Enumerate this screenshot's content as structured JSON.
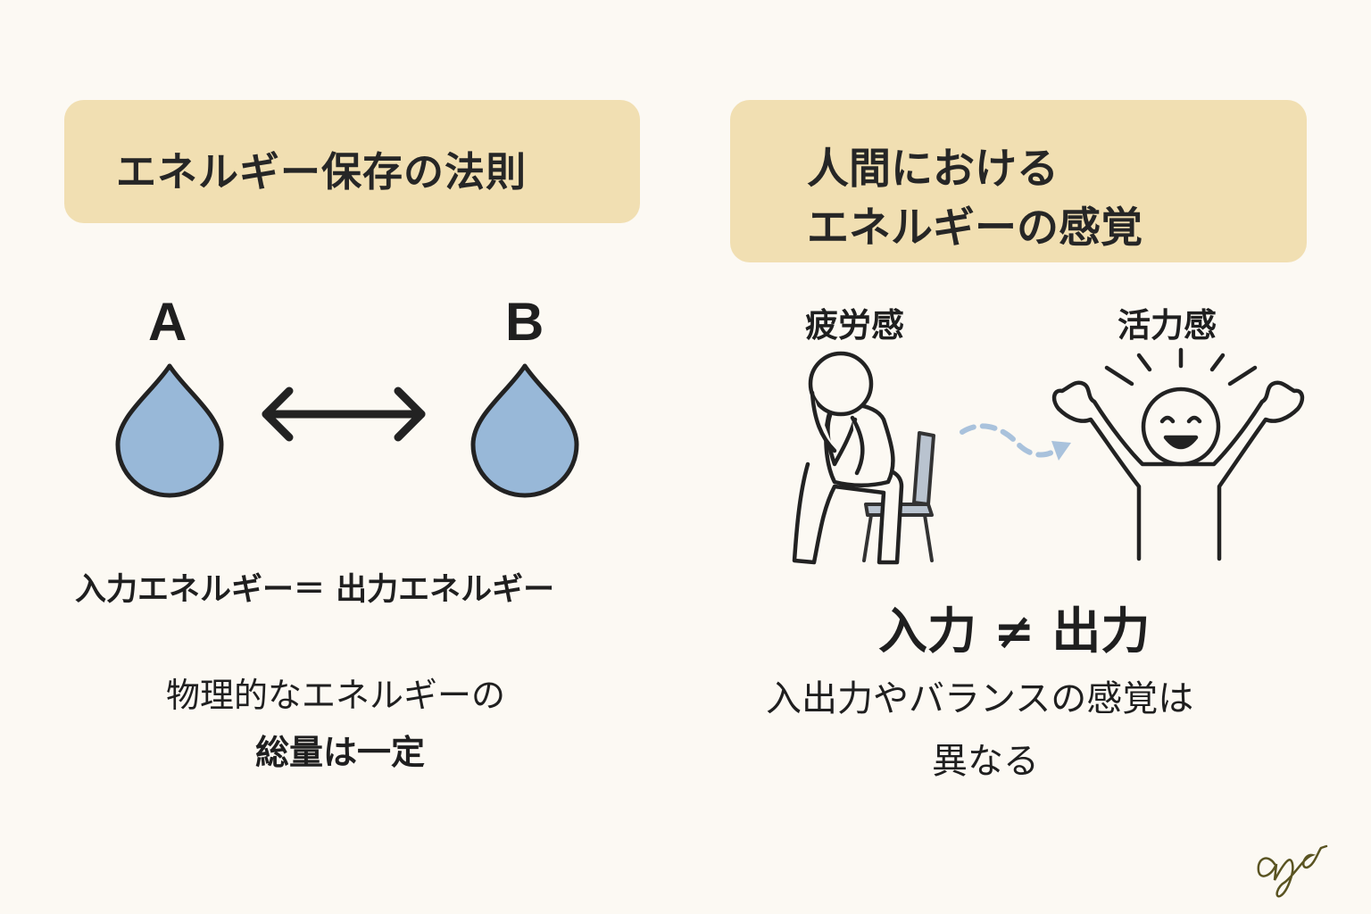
{
  "left_panel": {
    "title": "エネルギー保存の法則",
    "label_a": "A",
    "label_b": "B",
    "equation": "入力エネルギー＝ 出力エネルギー",
    "description_line1": "物理的なエネルギーの",
    "description_line2": "総量は一定"
  },
  "right_panel": {
    "title_line1": "人間における",
    "title_line2": "エネルギーの感覚",
    "fatigue_label": "疲労感",
    "vitality_label": "活力感",
    "inequation": "入力 ≠ 出力",
    "description_line1": "入出力やバランスの感覚は",
    "description_line2": "異なる"
  },
  "signature": "aya",
  "colors": {
    "background": "#fcf9f3",
    "title_box": "#f1dfb2",
    "drop_fill": "#98b8d8",
    "outline": "#222222",
    "dashed_arrow": "#a9c2dc"
  },
  "icons": [
    "water-drop-icon",
    "double-arrow-icon",
    "tired-person-icon",
    "chair-icon",
    "dashed-arrow-icon",
    "happy-person-icon"
  ]
}
